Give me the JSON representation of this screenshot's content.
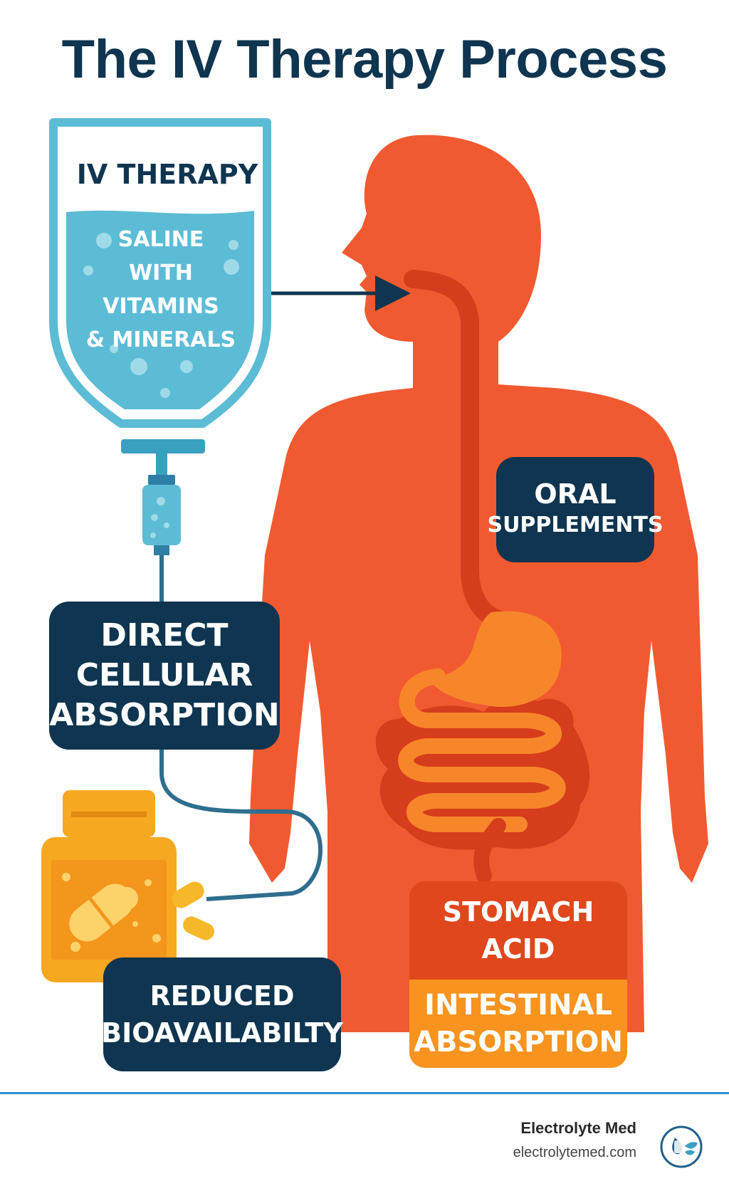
{
  "title": "The IV Therapy Process",
  "iv_bag": {
    "label": "IV THERAPY",
    "contents": [
      "SALINE",
      "WITH VITAMINS",
      "& MINERALS"
    ]
  },
  "boxes": {
    "oral_supplements": [
      "ORAL",
      "SUPPLEMENTS"
    ],
    "direct_cellular_absorption": [
      "DIRECT",
      "CELLULAR",
      "ABSORPTION"
    ],
    "reduced_bioavailability": [
      "REDUCED",
      "BIOAVAILABILTY"
    ],
    "stomach_acid": [
      "STOMACH",
      "ACID"
    ],
    "intestinal_absorption": [
      "INTESTINAL",
      "ABSORPTION"
    ]
  },
  "brand": {
    "name": "Electrolyte Med",
    "url": "electrolytemed.com"
  },
  "colors": {
    "navy": "#0f3550",
    "body_orange": "#f15a30",
    "gut_orange": "#f7862a",
    "gut_dark": "#d63d1c",
    "iv_blue": "#5cbcd6",
    "iv_stroke": "#3aa0c0",
    "stomach_box": "#e0471c",
    "intestinal_box": "#f7931e",
    "bottle": "#f6a820",
    "accent_line": "#2e8fd1"
  },
  "icons": [
    "iv-bag-icon",
    "human-body-icon",
    "supplement-bottle-icon",
    "capsule-icon",
    "brand-logo-icon"
  ]
}
